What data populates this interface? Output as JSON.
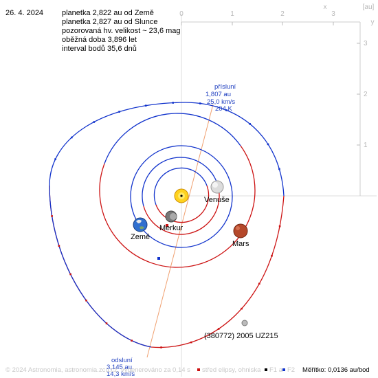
{
  "header": {
    "date": "26. 4. 2024",
    "info_lines": [
      "planetka 2,822 au od Země",
      "planetka 2,827 au od Slunce",
      "pozorovaná hv. velikost ~ 23,6 mag",
      "oběžná doba 3,896 let",
      "interval bodů 35,6 dnů"
    ]
  },
  "axes": {
    "x_label": "x",
    "y_label": "y",
    "unit": "[au]",
    "x_ticks": [
      "0",
      "1",
      "2",
      "3"
    ],
    "y_ticks": [
      "3",
      "2",
      "1"
    ]
  },
  "bodies": {
    "sun": "",
    "mercury": "Merkur",
    "venus": "Venuše",
    "earth": "Země",
    "mars": "Mars",
    "asteroid": "(380772) 2005 UZ215"
  },
  "perihelion": {
    "title": "přísluní",
    "distance": "1,807 au",
    "speed": "25,0 km/s",
    "temperature": "204 K"
  },
  "aphelion": {
    "title": "odsluní",
    "distance": "3,145 au",
    "speed": "14,3 km/s"
  },
  "footer": {
    "copyright": "© 2024 Astronomia, astronomia.zcu.cz, vygenerováno za 0,14 s",
    "legend_center": "střed elipsy, ohniska",
    "legend_f1": "F1 a",
    "legend_f2": "F2",
    "scale": "Měřítko: 0,0136 au/bod"
  },
  "colors": {
    "orbit_above": "#cc1111",
    "orbit_below": "#1133cc",
    "axis": "#cccccc",
    "label_blue": "#2040c0",
    "apsides_line": "#f0a070"
  }
}
